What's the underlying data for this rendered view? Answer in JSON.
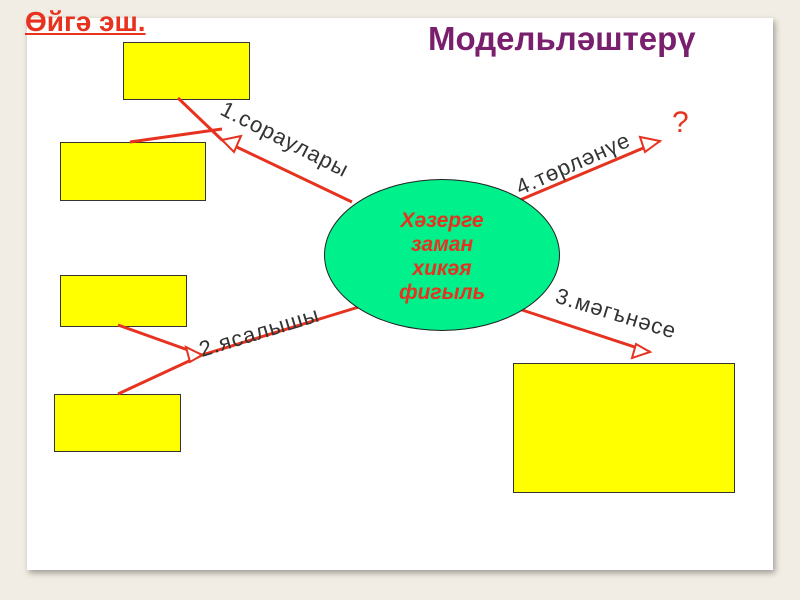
{
  "homework": "Өйгә эш.",
  "title": "Модельләштерү",
  "center": {
    "lines": [
      "Хәзерге",
      "заман",
      "хикәя",
      "фигыль"
    ]
  },
  "branches": {
    "b1": "1.сораулары",
    "b2": "2.ясалышы",
    "b3": "3.мәгънәсе",
    "b4": "4.төрләнүе"
  },
  "question_mark": "?",
  "colors": {
    "accent": "#e6321e",
    "title": "#7a1f6e",
    "box_fill": "#ffff00",
    "ellipse_fill": "#00f08c"
  }
}
